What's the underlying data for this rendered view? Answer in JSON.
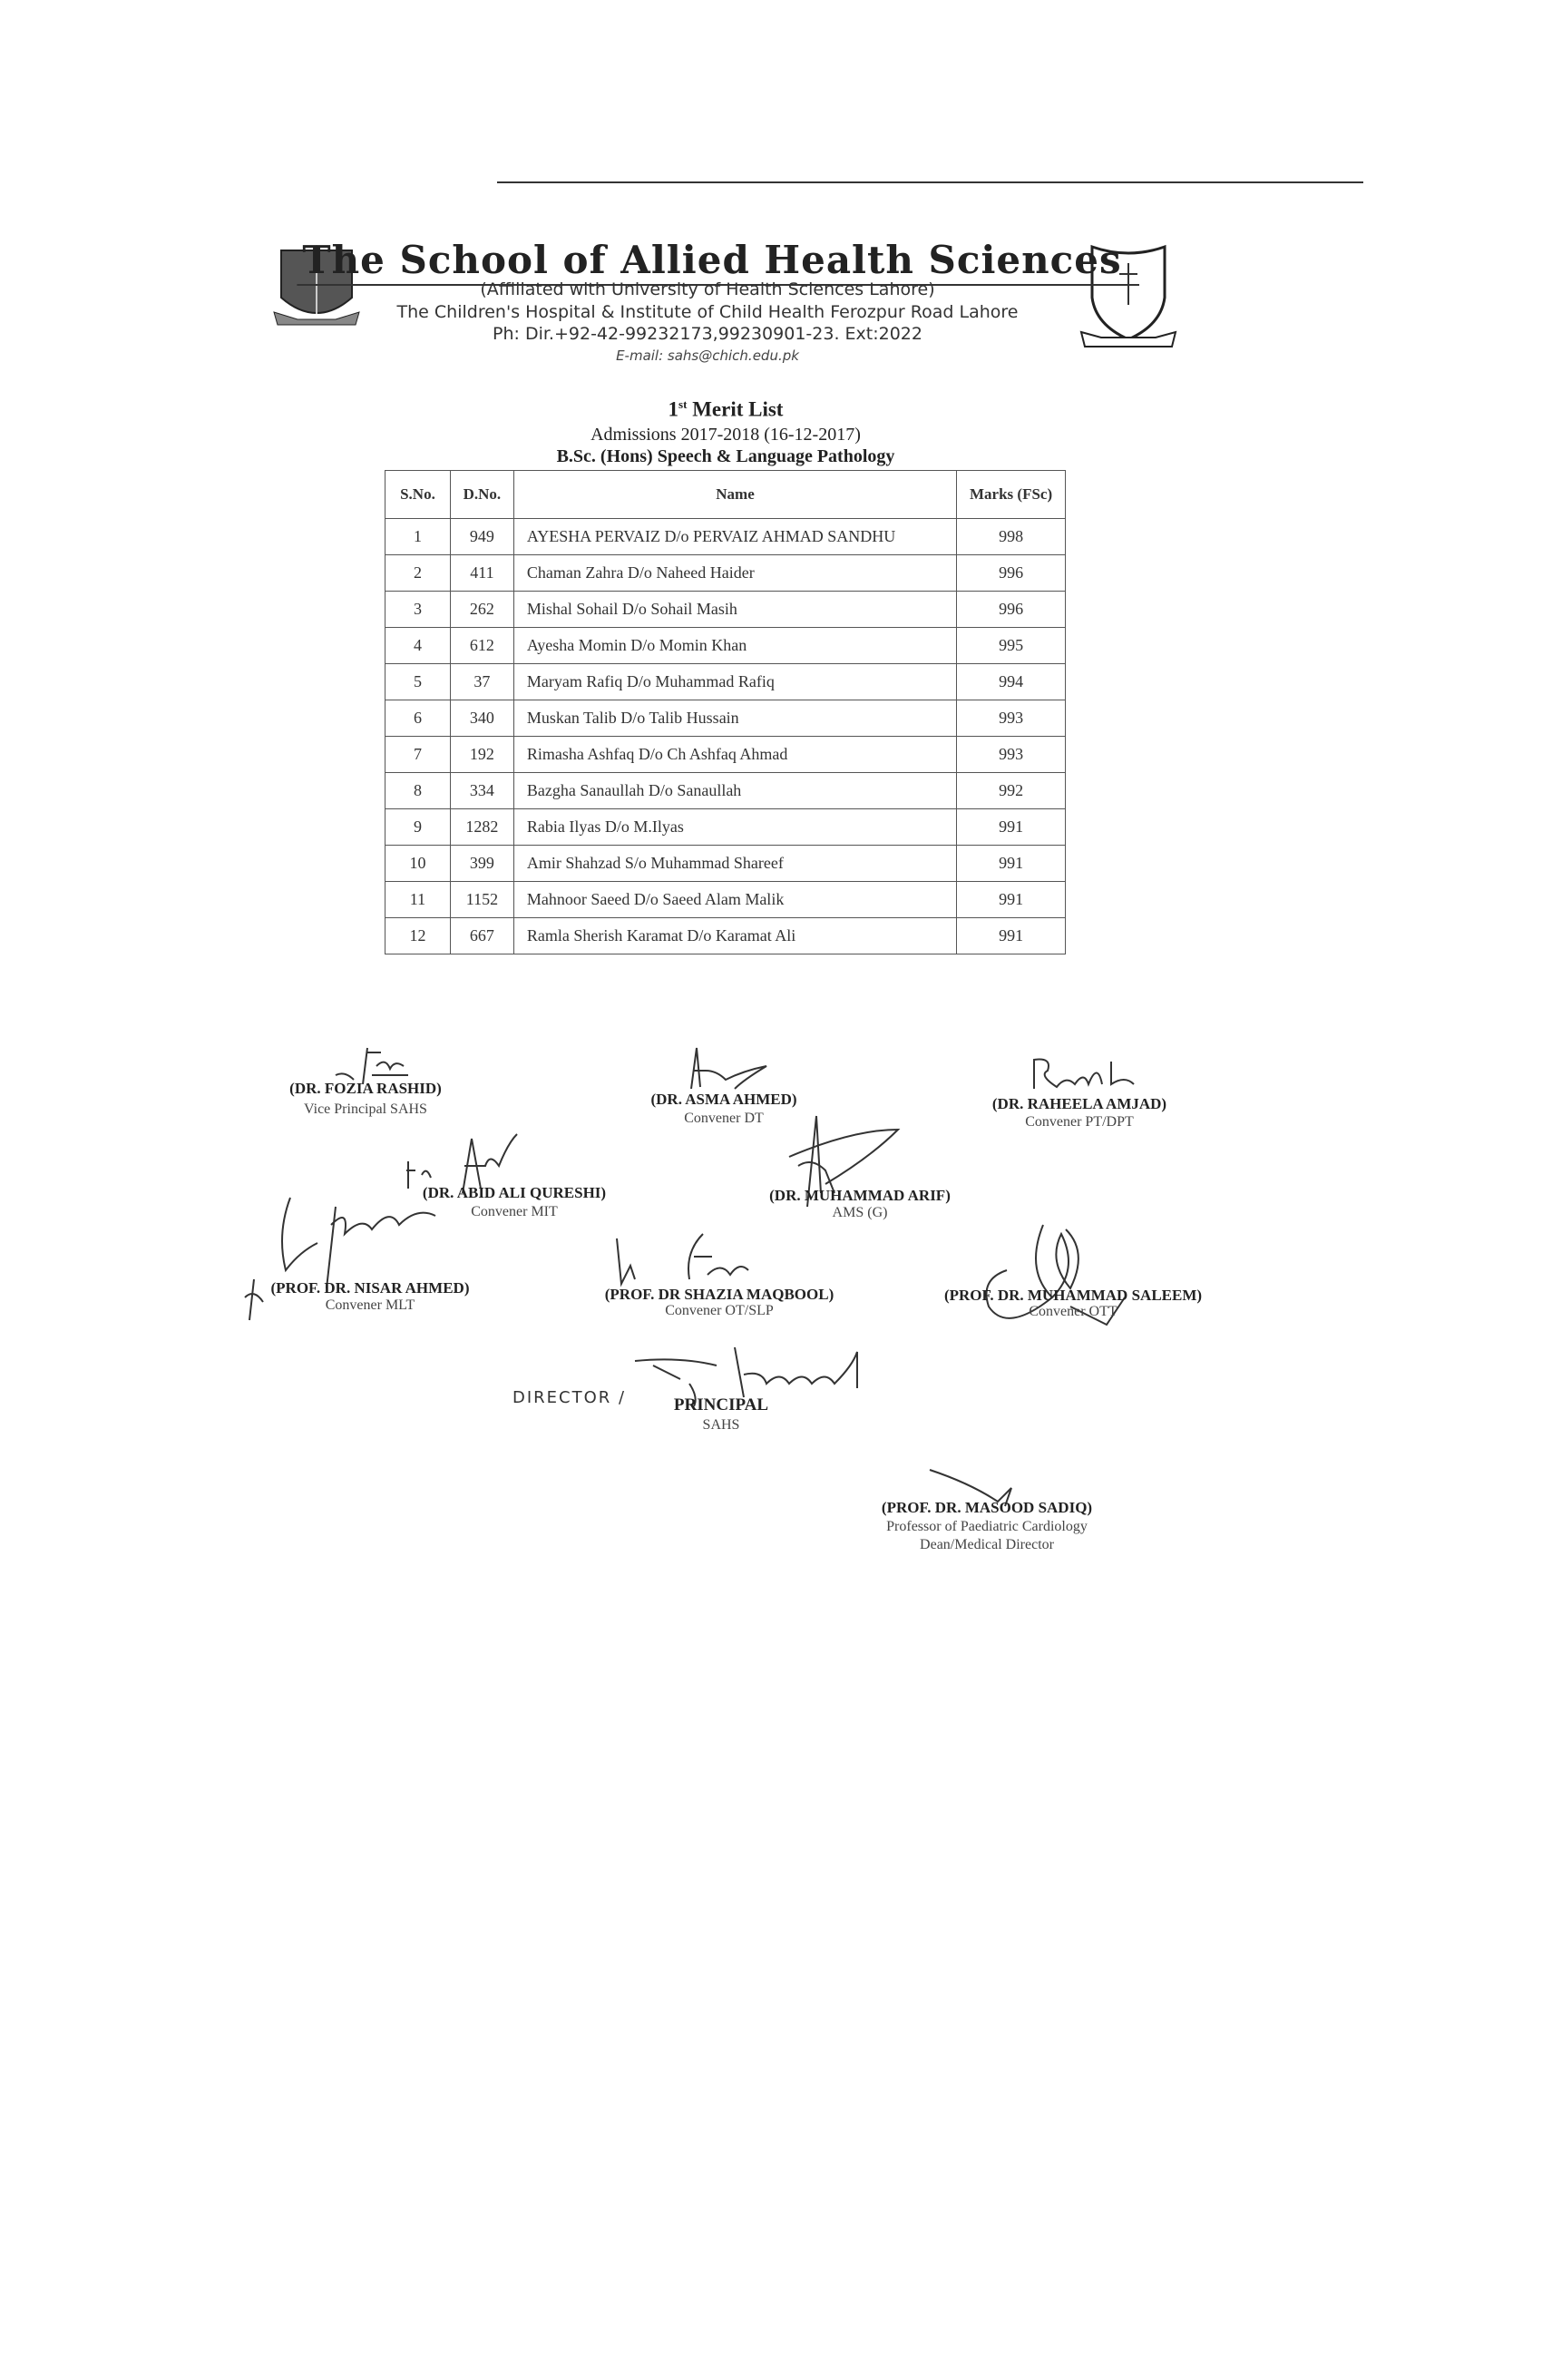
{
  "header": {
    "institution": "The School of Allied Health Sciences",
    "affiliation": "(Affiliated with University of Health Sciences Lahore)",
    "address": "The Children's Hospital & Institute of Child Health Ferozpur Road Lahore",
    "phone": "Ph: Dir.+92-42-99232173,99230901-23. Ext:2022",
    "email": "E-mail: sahs@chich.edu.pk"
  },
  "list": {
    "ordinal": "1",
    "ordinal_sup": "st",
    "title": "Merit List",
    "admissions": "Admissions 2017-2018 (16-12-2017)",
    "program": "B.Sc. (Hons) Speech & Language Pathology"
  },
  "table": {
    "headers": [
      "S.No.",
      "D.No.",
      "Name",
      "Marks (FSc)"
    ],
    "rows": [
      {
        "sno": "1",
        "dno": "949",
        "name": "AYESHA PERVAIZ D/o PERVAIZ AHMAD SANDHU",
        "marks": "998"
      },
      {
        "sno": "2",
        "dno": "411",
        "name": "Chaman Zahra D/o Naheed Haider",
        "marks": "996"
      },
      {
        "sno": "3",
        "dno": "262",
        "name": "Mishal Sohail D/o Sohail Masih",
        "marks": "996"
      },
      {
        "sno": "4",
        "dno": "612",
        "name": "Ayesha Momin D/o Momin Khan",
        "marks": "995"
      },
      {
        "sno": "5",
        "dno": "37",
        "name": "Maryam Rafiq D/o Muhammad Rafiq",
        "marks": "994"
      },
      {
        "sno": "6",
        "dno": "340",
        "name": "Muskan Talib D/o Talib Hussain",
        "marks": "993"
      },
      {
        "sno": "7",
        "dno": "192",
        "name": "Rimasha Ashfaq D/o Ch Ashfaq Ahmad",
        "marks": "993"
      },
      {
        "sno": "8",
        "dno": "334",
        "name": "Bazgha Sanaullah D/o Sanaullah",
        "marks": "992"
      },
      {
        "sno": "9",
        "dno": "1282",
        "name": "Rabia Ilyas D/o M.Ilyas",
        "marks": "991"
      },
      {
        "sno": "10",
        "dno": "399",
        "name": "Amir Shahzad S/o Muhammad Shareef",
        "marks": "991"
      },
      {
        "sno": "11",
        "dno": "1152",
        "name": "Mahnoor Saeed D/o Saeed Alam Malik",
        "marks": "991"
      },
      {
        "sno": "12",
        "dno": "667",
        "name": "Ramla Sherish Karamat D/o Karamat Ali",
        "marks": "991"
      }
    ]
  },
  "signatories": [
    {
      "name": "(DR. FOZIA RASHID)",
      "title": "Vice Principal SAHS"
    },
    {
      "name": "(DR. ASMA AHMED)",
      "title": "Convener DT"
    },
    {
      "name": "(DR. RAHEELA AMJAD)",
      "title": "Convener PT/DPT"
    },
    {
      "name": "(DR. ABID ALI QURESHI)",
      "title": "Convener MIT"
    },
    {
      "name": "(DR. MUHAMMAD ARIF)",
      "title": "AMS (G)"
    },
    {
      "name": "(PROF. DR. NISAR AHMED)",
      "title": "Convener MLT"
    },
    {
      "name": "(PROF. DR SHAZIA MAQBOOL)",
      "title": "Convener OT/SLP"
    },
    {
      "name": "(PROF. DR. MUHAMMAD SALEEM)",
      "title": "Convener OTT"
    },
    {
      "name": "PRINCIPAL",
      "title": "SAHS",
      "handwritten": "DIRECTOR /"
    },
    {
      "name": "(PROF. DR. MASOOD SADIQ)",
      "title": "Professor of Paediatric Cardiology",
      "title2": "Dean/Medical Director"
    }
  ]
}
